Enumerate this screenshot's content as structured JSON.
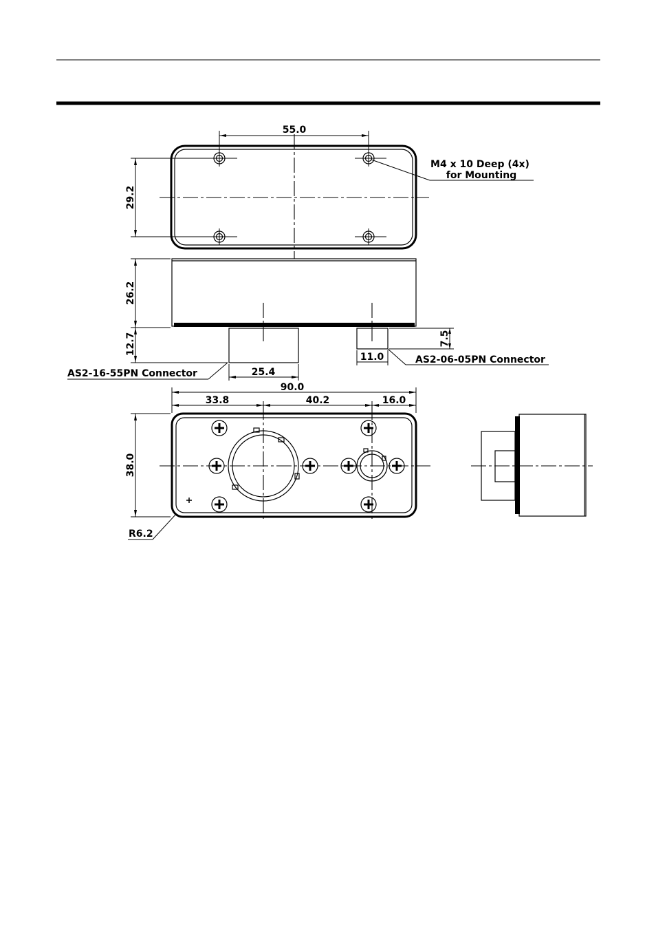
{
  "drawing": {
    "top_view": {
      "dim_hole_spacing": "55.0",
      "dim_hole_height": "29.2",
      "mounting_note_line1": "M4 x 10 Deep (4x)",
      "mounting_note_line2": "for Mounting"
    },
    "side_view": {
      "dim_body_height": "26.2",
      "dim_connector_height": "12.7",
      "dim_small_connector_height": "7.5",
      "dim_small_connector_width": "11.0",
      "dim_large_connector_width": "25.4",
      "large_connector_label": "AS2-16-55PN Connector",
      "small_connector_label": "AS2-06-05PN Connector"
    },
    "front_view": {
      "dim_overall_width": "90.0",
      "dim_left_offset": "33.8",
      "dim_center_spacing": "40.2",
      "dim_right_offset": "16.0",
      "dim_height": "38.0",
      "corner_radius_label": "R6.2"
    }
  }
}
